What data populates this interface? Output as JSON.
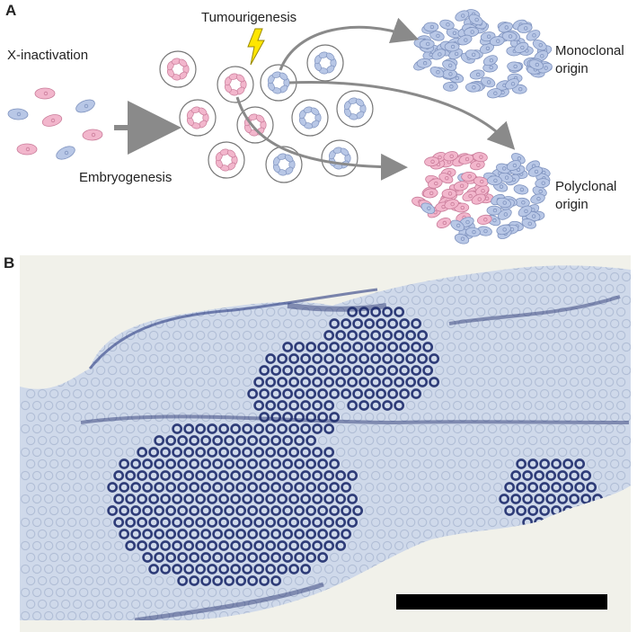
{
  "panel_a": {
    "letter": "A",
    "labels": {
      "x_inactivation": "X-inactivation",
      "embryogenesis": "Embryogenesis",
      "tumourigenesis": "Tumourigenesis",
      "monoclonal_line1": "Monoclonal",
      "monoclonal_line2": "origin",
      "polyclonal_line1": "Polyclonal",
      "polyclonal_line2": "origin"
    }
  },
  "panel_b": {
    "letter": "B"
  },
  "colors": {
    "pink_cell": "#f2b6cc",
    "pink_edge": "#c97b99",
    "blue_cell": "#b8c7e6",
    "blue_edge": "#7f93bf",
    "arrow": "#8a8a8a",
    "lightning": "#ffe600",
    "tissue_light": "#d9e1ee",
    "tissue_dark": "#1c2a6b",
    "scalebar": "#000000"
  }
}
